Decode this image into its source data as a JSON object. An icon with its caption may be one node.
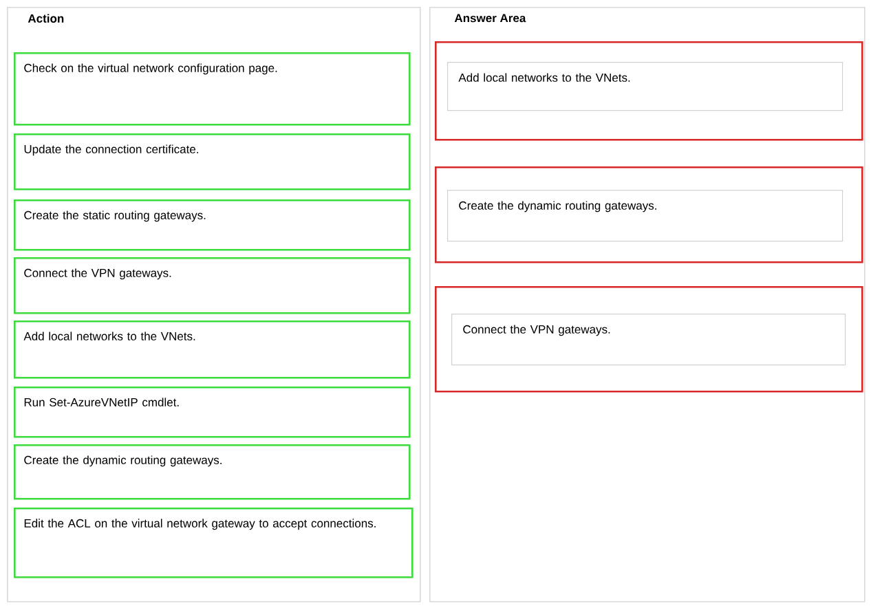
{
  "diagram": {
    "nodes": [
      {
        "text": [
          "Action"
        ]
      },
      {
        "text": [
          "Check on the virtual network configuration page."
        ],
        "in": 0
      },
      {
        "text": [
          "Update the connection certificate."
        ],
        "in": 0
      },
      {
        "text": [
          "Create the static routing gateways."
        ],
        "in": 0
      },
      {
        "text": [
          "Connect the VPN gateways."
        ],
        "in": 0
      },
      {
        "text": [
          "Add local networks to the VNets."
        ],
        "in": 0
      },
      {
        "text": [
          "Run Set-AzureVNetIP cmdlet."
        ],
        "in": 0
      },
      {
        "text": [
          "Create the dynamic routing gateways."
        ],
        "in": 0
      },
      {
        "text": [
          "Edit the ACL on the virtual network gateway to accept connections."
        ],
        "in": 0
      },
      {
        "text": [
          "Answer Area"
        ]
      },
      {
        "text": [],
        "shape": "box",
        "in": 9
      },
      {
        "text": [
          "Add local networks to the VNets."
        ],
        "in": 10
      },
      {
        "text": [],
        "shape": "box",
        "in": 9
      },
      {
        "text": [
          "Create the dynamic routing gateways."
        ],
        "in": 12
      },
      {
        "text": [],
        "shape": "box",
        "in": 9
      },
      {
        "text": [
          "Connect the VPN gateways."
        ],
        "in": 14
      }
    ]
  }
}
